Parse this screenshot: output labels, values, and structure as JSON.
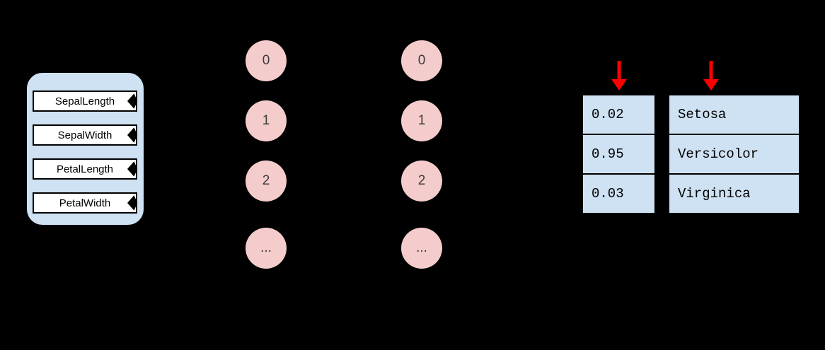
{
  "background": "#000000",
  "colors": {
    "panel_fill": "#cfe2f3",
    "feature_box_fill": "#ffffff",
    "node_fill": "#f4cccc",
    "table_fill": "#cfe2f3",
    "arrow": "#ff0000",
    "border": "#000000"
  },
  "features": [
    "SepalLength",
    "SepalWidth",
    "PetalLength",
    "PetalWidth"
  ],
  "layer1": [
    "0",
    "1",
    "2",
    "..."
  ],
  "layer2": [
    "0",
    "1",
    "2",
    "..."
  ],
  "probabilities": [
    "0.02",
    "0.95",
    "0.03"
  ],
  "class_labels": [
    "Setosa",
    "Versicolor",
    "Virginica"
  ]
}
